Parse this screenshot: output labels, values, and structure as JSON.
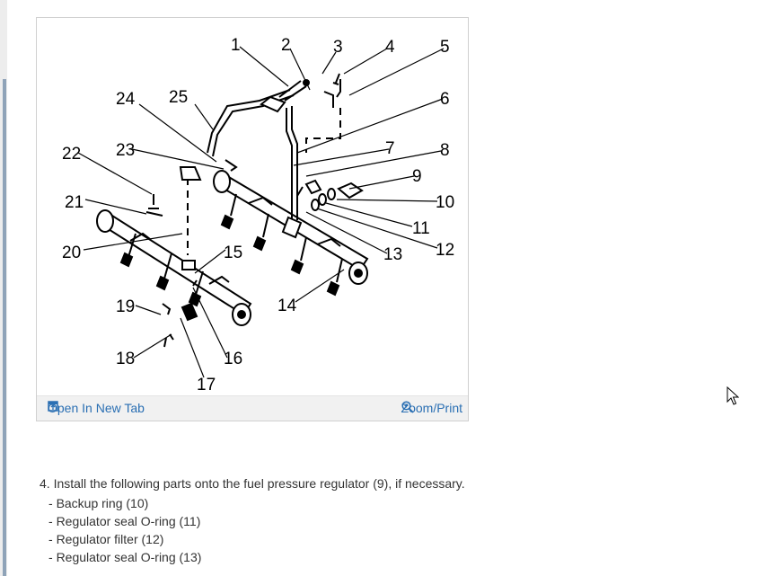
{
  "figure": {
    "callouts": [
      "1",
      "2",
      "3",
      "4",
      "5",
      "6",
      "7",
      "8",
      "9",
      "10",
      "11",
      "12",
      "13",
      "14",
      "15",
      "16",
      "17",
      "18",
      "19",
      "20",
      "21",
      "22",
      "23",
      "24",
      "25"
    ],
    "open_tab_label": "Open In New Tab",
    "zoom_label": "Zoom/Print"
  },
  "instructions": {
    "step": "4. Install the following parts onto the fuel pressure regulator (9), if necessary.",
    "items": [
      "Backup ring (10)",
      "Regulator seal O-ring (11)",
      "Regulator filter (12)",
      "Regulator seal O-ring (13)"
    ]
  },
  "colors": {
    "link": "#2a6fb3",
    "text": "#333333"
  }
}
